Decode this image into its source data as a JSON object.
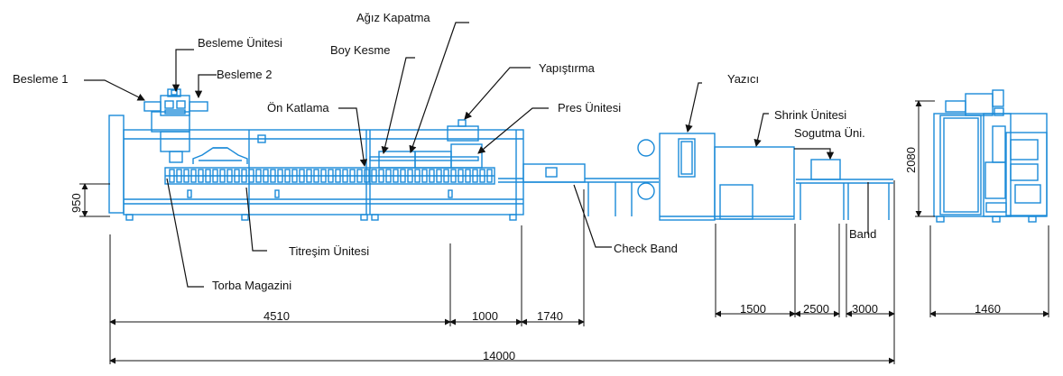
{
  "colors": {
    "machine": "#1a8ad8",
    "line": "#111111",
    "background": "#ffffff"
  },
  "labels": {
    "besleme_1": "Besleme  1",
    "besleme_unitesi": "Besleme Ünitesi",
    "besleme_2": "Besleme 2",
    "boy_kesme": "Boy Kesme",
    "agiz_kapatma": "Ağız Kapatma",
    "yapistirma": "Yapıştırma",
    "on_katlama": "Ön Katlama",
    "pres_unitesi": "Pres Ünitesi",
    "yazici": "Yazıcı",
    "shrink_unitesi": "Shrink Ünitesi",
    "sogutma_uni": "Sogutma Üni.",
    "titresim_unitesi": "Titreşim Ünitesi",
    "torba_magazini": "Torba Magazini",
    "check_band": "Check Band",
    "band": "Band"
  },
  "dimensions": {
    "height_950": "950",
    "height_2080": "2080",
    "d_4510": "4510",
    "d_1000": "1000",
    "d_1740": "1740",
    "d_1500": "1500",
    "d_2500": "2500",
    "d_3000": "3000",
    "d_1460": "1460",
    "d_14000": "14000"
  }
}
